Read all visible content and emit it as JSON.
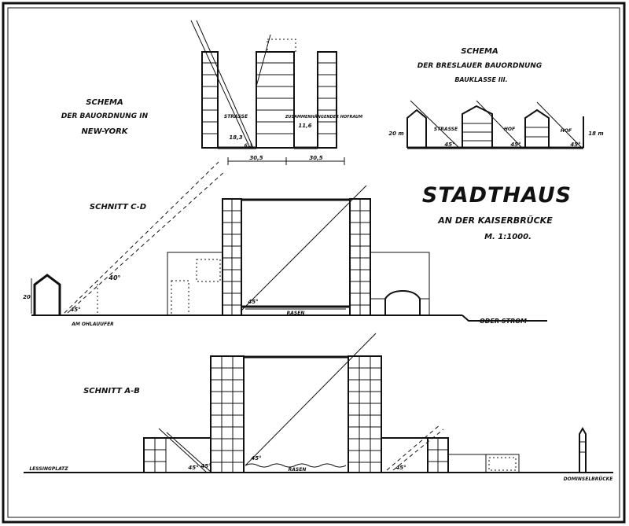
{
  "title": {
    "main": "STADTHAUS",
    "line2": "AN DER KAISERBRÜCKE",
    "scale": "M. 1:1000."
  },
  "schema_newyork": {
    "line1": "SCHEMA",
    "line2": "DER BAUORDNUNG IN",
    "line3": "NEW-YORK",
    "label_strasse": "STRASSE",
    "label_hofraum": "ZUSAMMENHÄNGENDER HOFRAUM",
    "dim_left": "18,3",
    "dim_right": "11,6",
    "dim_base_left": "30,5",
    "dim_base_right": "30,5",
    "dim_small": "6,1"
  },
  "schema_breslau": {
    "line1": "SCHEMA",
    "line2": "DER BRESLAUER BAUORDNUNG",
    "line3": "BAUKLASSE III.",
    "label_strasse": "STRASSE",
    "label_hof1": "HOF",
    "label_hof2": "HOF",
    "height_left": "20 m",
    "height_right": "18 m",
    "angle1": "45°",
    "angle2": "45°",
    "angle3": "45°"
  },
  "schnitt_cd": {
    "label": "SCHNITT C-D",
    "left_height": "20",
    "angle_40": "40°",
    "angle_45_left": "45°",
    "angle_45_court": "45°",
    "court_label": "RASEN",
    "left_ground": "AM OHLAUUFER",
    "right_ground": "ODER STROM"
  },
  "schnitt_ab": {
    "label": "SCHNITT A-B",
    "left_ground": "LESSINGPLATZ",
    "right_ground": "DOMINSELBRÜCKE",
    "court_label": "RASEN",
    "angle_court": "45°",
    "angle_left_a": "45°",
    "angle_left_b": "45°",
    "angle_right": "45°"
  }
}
